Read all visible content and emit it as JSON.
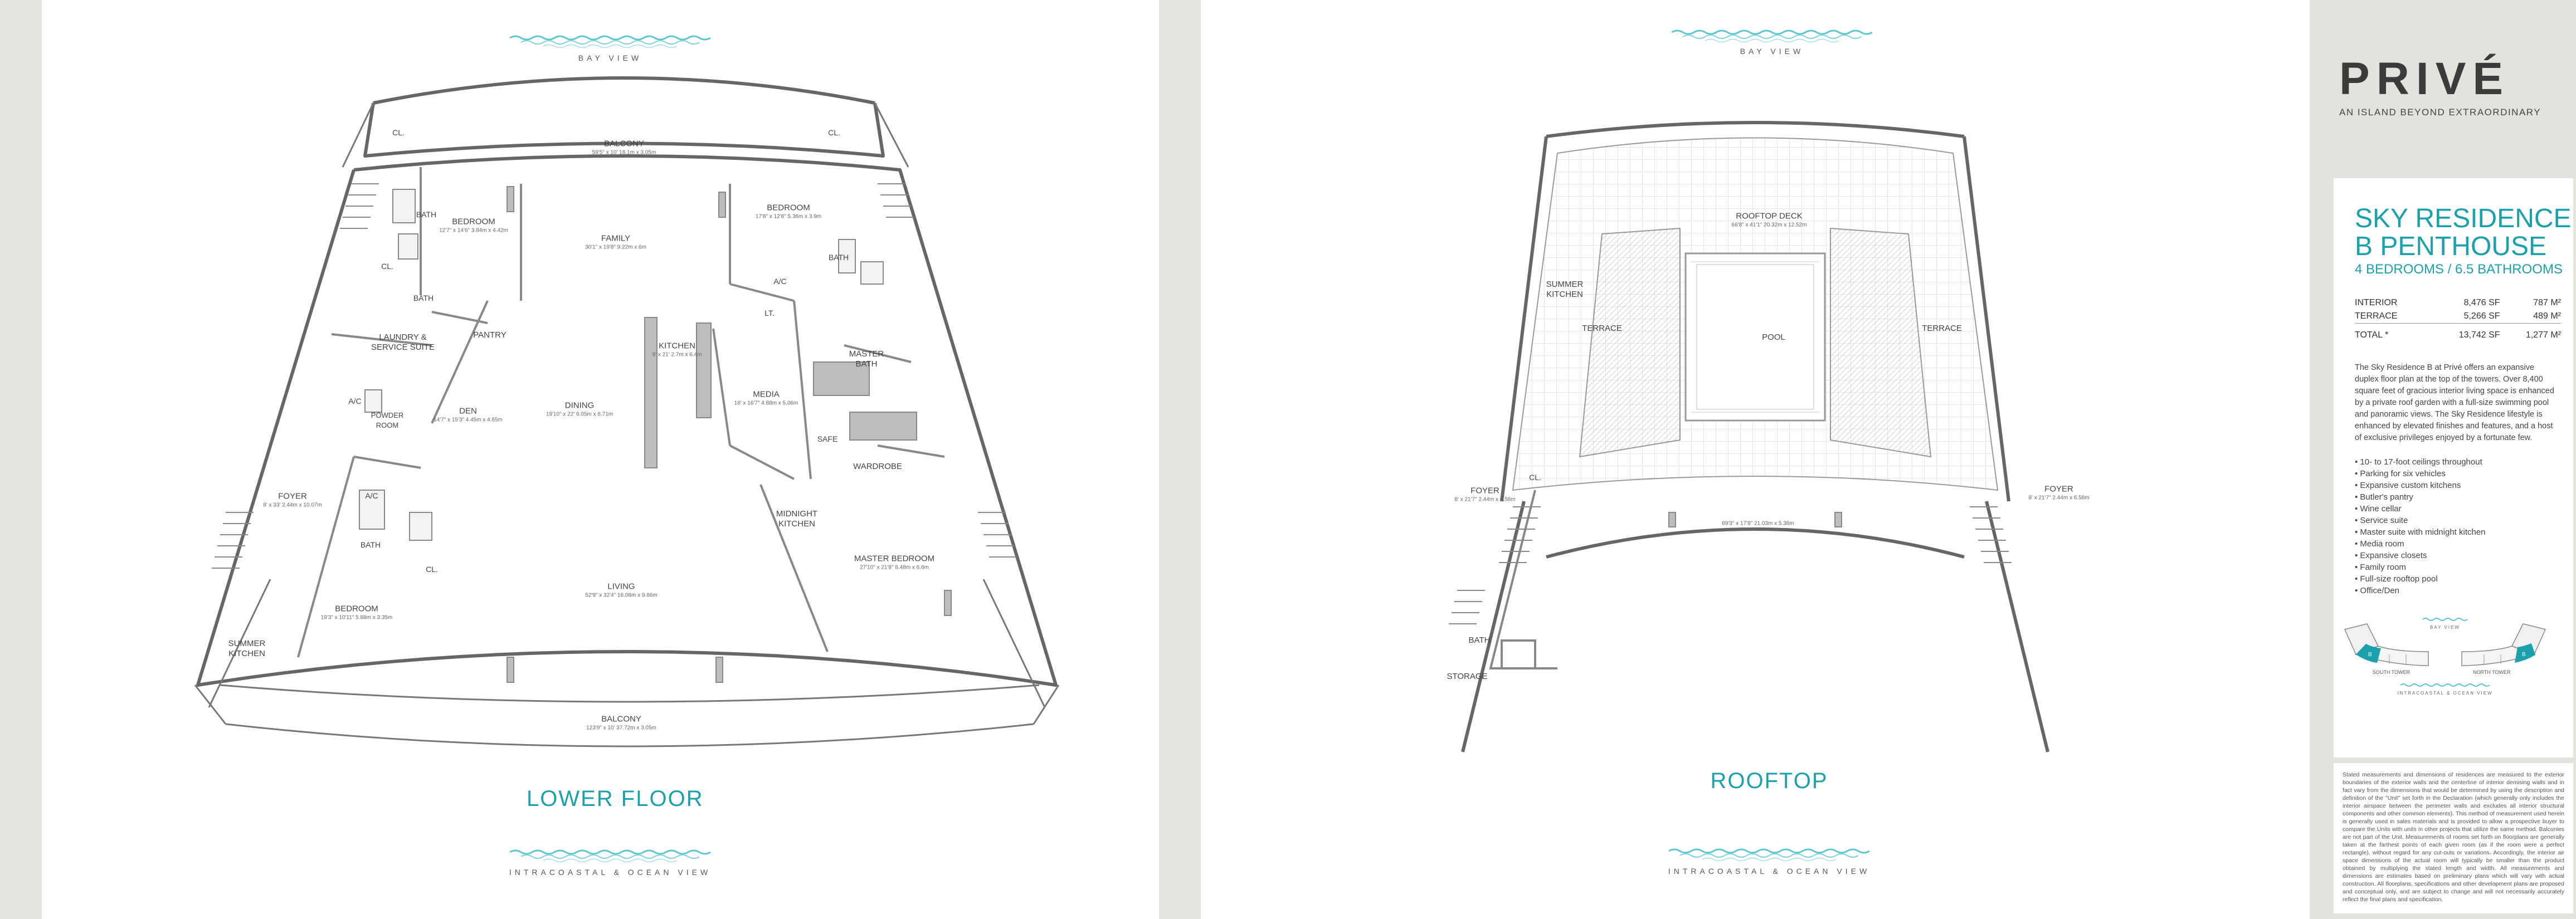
{
  "brand": {
    "logo": "PRIVÉ",
    "tagline": "AN ISLAND BEYOND EXTRAORDINARY",
    "accent_color": "#1aa1ac"
  },
  "lower_floor": {
    "title": "LOWER FLOOR",
    "top_caption": "BAY VIEW",
    "bottom_caption": "INTRACOASTAL & OCEAN VIEW",
    "rooms": [
      {
        "name": "BALCONY",
        "dims": "59'5\" x 10'  18.1m x 3.05m"
      },
      {
        "name": "BEDROOM",
        "dims": "12'7\" x 14'6\"  3.84m x 4.42m"
      },
      {
        "name": "FAMILY",
        "dims": "30'1\" x 19'8\"  9.22m x 6m"
      },
      {
        "name": "BEDROOM",
        "dims": "17'8\" x 12'8\"  5.36m x 3.9m"
      },
      {
        "name": "LAUNDRY & SERVICE SUITE",
        "dims": ""
      },
      {
        "name": "PANTRY",
        "dims": ""
      },
      {
        "name": "KITCHEN",
        "dims": "9' x 21'  2.7m x 6.4m"
      },
      {
        "name": "MASTER BATH",
        "dims": ""
      },
      {
        "name": "DEN",
        "dims": "14'7\" x 15'3\"  4.45m x 4.65m"
      },
      {
        "name": "DINING",
        "dims": "19'10\" x 22'  6.05m x 6.71m"
      },
      {
        "name": "MEDIA",
        "dims": "16' x 16'7\"  4.88m x 5.06m"
      },
      {
        "name": "POWDER ROOM",
        "dims": ""
      },
      {
        "name": "WARDROBE",
        "dims": ""
      },
      {
        "name": "FOYER",
        "dims": "8' x 33'  2.44m x 10.07m"
      },
      {
        "name": "MIDNIGHT KITCHEN",
        "dims": ""
      },
      {
        "name": "MASTER BEDROOM",
        "dims": "27'10\" x 21'8\"  8.48m x 6.6m"
      },
      {
        "name": "LIVING",
        "dims": "52'9\" x 32'4\"  16.08m x 9.86m"
      },
      {
        "name": "BEDROOM",
        "dims": "19'3\" x 10'11\"  5.88m x 3.35m"
      },
      {
        "name": "SUMMER KITCHEN",
        "dims": ""
      },
      {
        "name": "BALCONY",
        "dims": "123'9\" x 10'  37.72m x 3.05m"
      }
    ],
    "small_labels": [
      "CL.",
      "CL.",
      "BATH",
      "CL.",
      "BATH",
      "BATH",
      "A/C",
      "LT.",
      "SAFE",
      "A/C",
      "A/C",
      "BATH",
      "CL."
    ]
  },
  "rooftop": {
    "title": "ROOFTOP",
    "top_caption": "BAY VIEW",
    "bottom_caption": "INTRACOASTAL & OCEAN VIEW",
    "rooms": [
      {
        "name": "ROOFTOP DECK",
        "dims": "66'8\" x 41'1\"  20.32m x 12.52m"
      },
      {
        "name": "SUMMER KITCHEN",
        "dims": ""
      },
      {
        "name": "TERRACE",
        "dims": ""
      },
      {
        "name": "POOL",
        "dims": ""
      },
      {
        "name": "TERRACE",
        "dims": ""
      },
      {
        "name": "FOYER",
        "dims": "8' x 21'7\"  2.44m x 6.58m"
      },
      {
        "name": "FOYER",
        "dims": "8' x 21'7\"  2.44m x 6.58m"
      },
      {
        "name": "",
        "dims": "69'3\" x 17'8\"  21.03m x 5.38m"
      },
      {
        "name": "BATH",
        "dims": ""
      },
      {
        "name": "STORAGE",
        "dims": ""
      }
    ],
    "small_labels": [
      "CL."
    ]
  },
  "residence": {
    "title": "SKY RESIDENCE B PENTHOUSE",
    "subtitle": "4 BEDROOMS / 6.5 BATHROOMS",
    "areas": [
      {
        "label": "INTERIOR",
        "sf": "8,476 SF",
        "m2": "787 M²"
      },
      {
        "label": "TERRACE",
        "sf": "5,266 SF",
        "m2": "489 M²"
      }
    ],
    "total": {
      "label": "TOTAL *",
      "sf": "13,742 SF",
      "m2": "1,277 M²"
    },
    "description": "The Sky Residence B at Privé offers an expansive duplex floor plan at the top of the towers. Over 8,400 square feet of gracious interior living space is enhanced by a private roof garden with a full-size swimming pool and panoramic views. The Sky Residence lifestyle is enhanced by elevated finishes and features, and a host of exclusive privileges enjoyed by a fortunate few.",
    "features": [
      "10- to 17-foot ceilings throughout",
      "Parking for six vehicles",
      "Expansive custom kitchens",
      "Butler's pantry",
      "Wine cellar",
      "Service suite",
      "Master suite with midnight kitchen",
      "Media room",
      "Expansive closets",
      "Family room",
      "Full-size rooftop pool",
      "Office/Den"
    ]
  },
  "key_plan": {
    "top_caption": "BAY VIEW",
    "bottom_caption": "INTRACOASTAL & OCEAN VIEW",
    "towers": [
      "SOUTH TOWER",
      "NORTH TOWER"
    ],
    "markers": [
      "B",
      "B"
    ]
  },
  "disclaimer": "Stated measurements and dimensions of residences are measured to the exterior boundaries of the exterior walls and the centerline of interior demising walls and in fact vary from the dimensions that would be determined by using the description and definition of the \"Unit\" set forth in the Declaration (which generally only includes the interior airspace between the perimeter walls and excludes all interior structural components and other common elements). This method of measurement used herein is generally used in sales materials and is provided to allow a prospective buyer to compare the Units with units in other projects that utilize the same method. Balconies are not part of the Unit. Measurements of rooms set forth on floorplans are generally taken at the farthest points of each given room (as if the room were a perfect rectangle), without regard for any cut-outs or variations. Accordingly, the interior air space dimensions of the actual room will typically be smaller than the product obtained by multiplying the stated length and width. All measurements and dimensions are estimates based on preliminary plans which will vary with actual construction. All floorplans, specifications and other development plans are proposed and conceptual only, and are subject to change and will not necessarily accurately reflect the final plans and specification."
}
